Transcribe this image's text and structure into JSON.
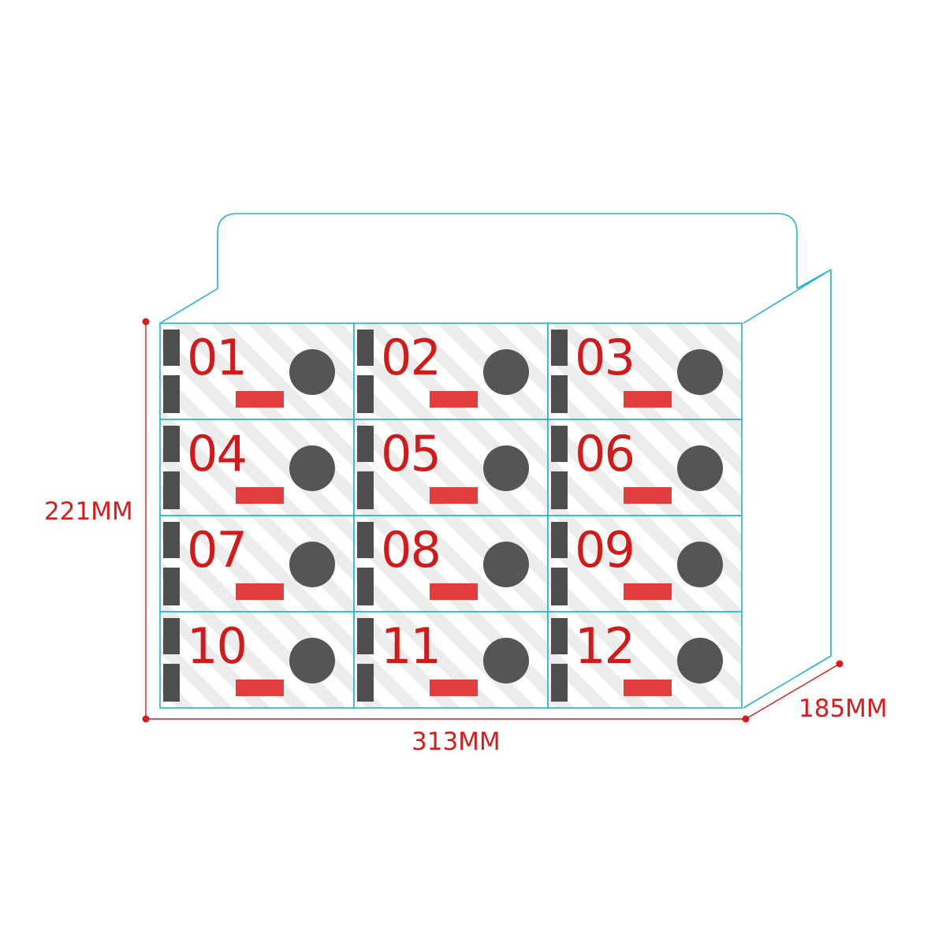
{
  "colors": {
    "outline": "#22b4ce",
    "dimension": "#d81b1b",
    "slot_number": "#d11a1a",
    "tag_bar": "#e23e3e",
    "dial": "#555555",
    "hinge": "#4e4e4e",
    "front_stripe": "#ececec",
    "background": "#ffffff"
  },
  "dimensions": {
    "height": "221MM",
    "width": "313MM",
    "depth": "185MM"
  },
  "grid": {
    "rows": 4,
    "columns": 3
  },
  "compartments": [
    {
      "number": "01"
    },
    {
      "number": "02"
    },
    {
      "number": "03"
    },
    {
      "number": "04"
    },
    {
      "number": "05"
    },
    {
      "number": "06"
    },
    {
      "number": "07"
    },
    {
      "number": "08"
    },
    {
      "number": "09"
    },
    {
      "number": "10"
    },
    {
      "number": "11"
    },
    {
      "number": "12"
    }
  ],
  "icons": {
    "dial": "lock-dial-icon",
    "tag": "name-tag-icon",
    "hinge": "hinge-icon"
  }
}
